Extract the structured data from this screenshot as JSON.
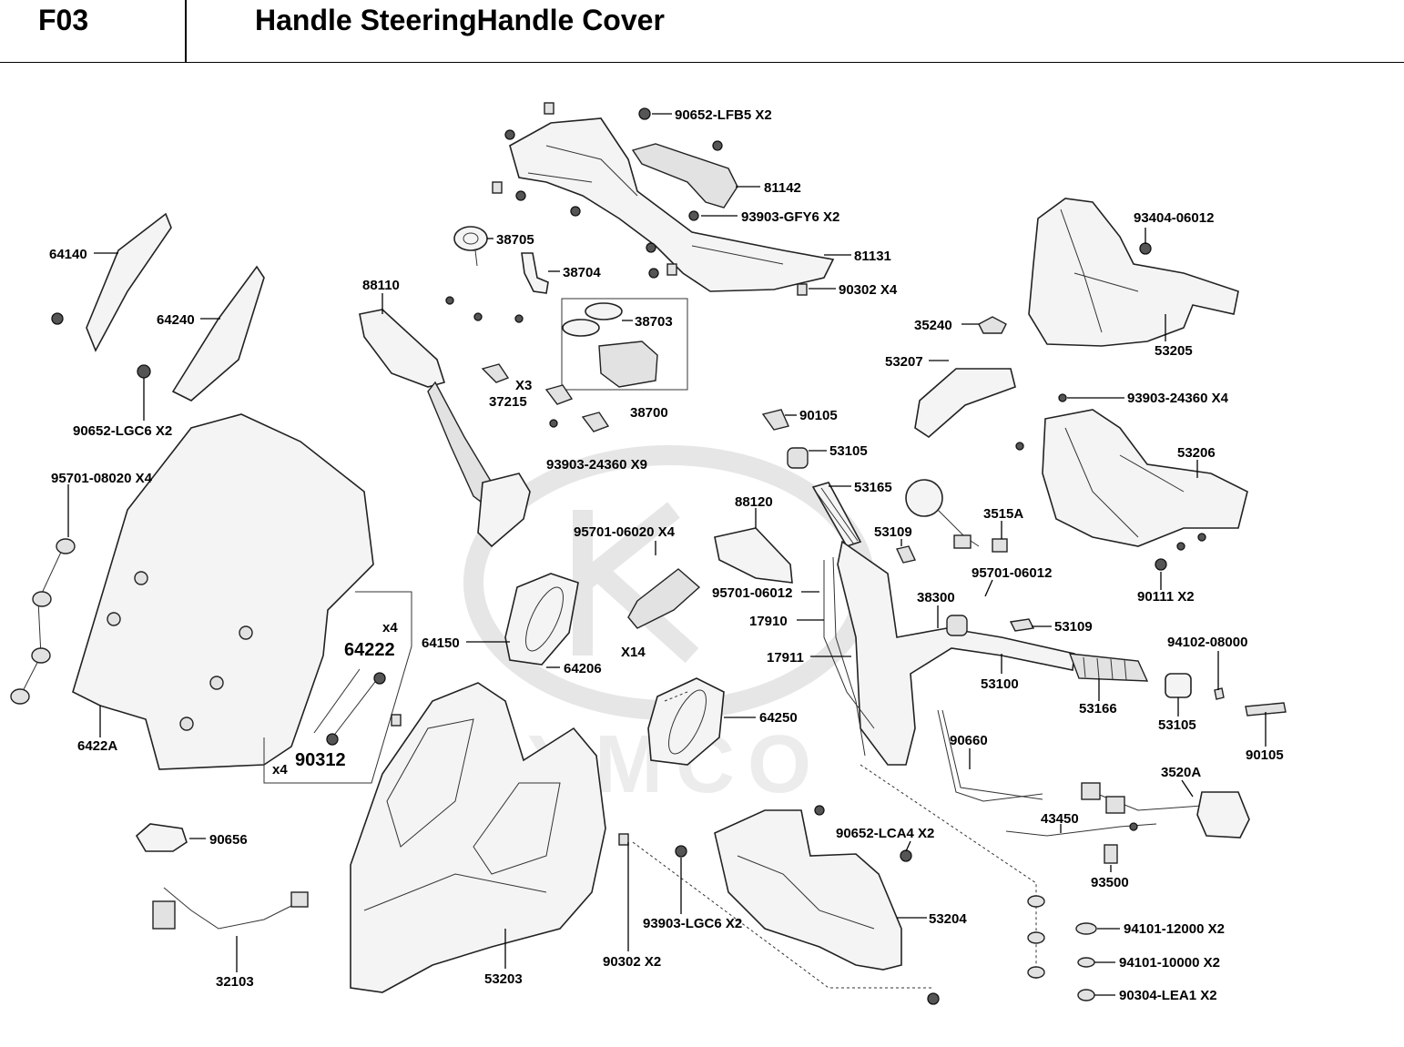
{
  "header": {
    "code": "F03",
    "title": "Handle SteeringHandle Cover"
  },
  "watermark": {
    "text": "KYMCO"
  },
  "labels": {
    "p90652_lfb5": "90652-LFB5 X2",
    "p81142": "81142",
    "p93903_gfy6": "93903-GFY6 X2",
    "p81131": "81131",
    "p90302_x4": "90302 X4",
    "p38705": "38705",
    "p38704": "38704",
    "p38703": "38703",
    "p38700": "38700",
    "p64140": "64140",
    "p64240": "64240",
    "p90652_lgc6": "90652-LGC6 X2",
    "p88110": "88110",
    "p37215": "37215",
    "p37215_x3": "X3",
    "p93903_24360_x9": "93903-24360 X9",
    "p93404": "93404-06012",
    "p35240": "35240",
    "p53205": "53205",
    "p53207": "53207",
    "p93903_24360_x4": "93903-24360 X4",
    "p90105_a": "90105",
    "p53105_a": "53105",
    "p53165": "53165",
    "p53206": "53206",
    "p95701_08020": "95701-08020 X4",
    "p88120": "88120",
    "p95701_06020": "95701-06020 X4",
    "p53109_a": "53109",
    "p3515a": "3515A",
    "p95701_06012_a": "95701-06012",
    "p95701_06012_b": "95701-06012",
    "p90111": "90111 X2",
    "p17910": "17910",
    "p38300": "38300",
    "p53109_b": "53109",
    "p94102": "94102-08000",
    "p64222_x4": "x4",
    "p64222": "64222",
    "p64150": "64150",
    "p64206": "64206",
    "p14_x": "X14",
    "p17911": "17911",
    "p53100": "53100",
    "p53166": "53166",
    "p53105_b": "53105",
    "p90105_b": "90105",
    "p6422a": "6422A",
    "p90312_x4": "x4",
    "p90312": "90312",
    "p64250": "64250",
    "p90660": "90660",
    "p3520a": "3520A",
    "p43450": "43450",
    "p90656": "90656",
    "p90652_lca4": "90652-LCA4 X2",
    "p93500": "93500",
    "p93903_lgc6": "93903-LGC6 X2",
    "p53204": "53204",
    "p94101_12000": "94101-12000 X2",
    "p94101_10000": "94101-10000 X2",
    "p90304_lea1": "90304-LEA1 X2",
    "p32103": "32103",
    "p53203": "53203",
    "p90302_x2": "90302 X2"
  }
}
